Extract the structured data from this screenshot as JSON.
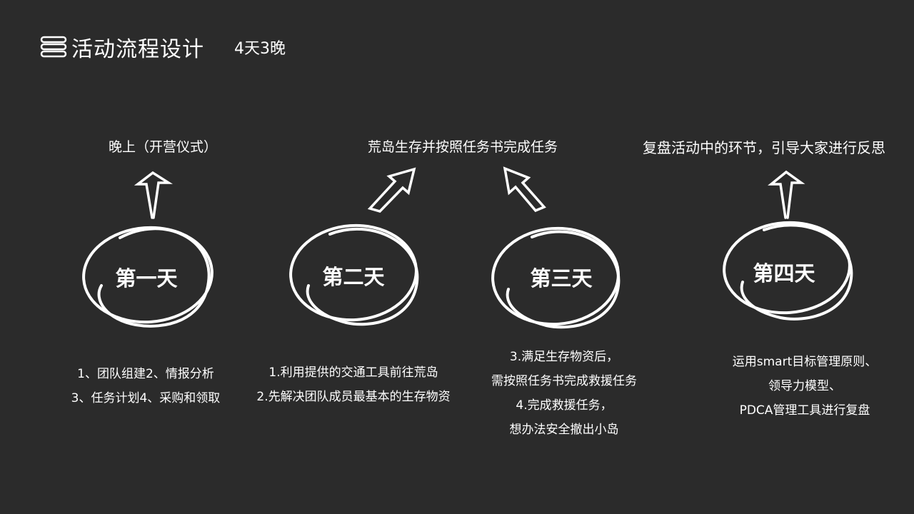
{
  "header": {
    "title": "活动流程设计",
    "subtitle": "4天3晚",
    "icon": "stack-icon"
  },
  "days": [
    {
      "label": "第一天",
      "top_note": "晚上（开营仪式）",
      "details": [
        "1、团队组建2、情报分析",
        "3、任务计划4、采购和领取"
      ]
    },
    {
      "label": "第二天",
      "details": [
        "1.利用提供的交通工具前往荒岛",
        "2.先解决团队成员最基本的生存物资"
      ]
    },
    {
      "label": "第三天",
      "details": [
        "3.满足生存物资后，",
        "需按照任务书完成救援任务",
        "4.完成救援任务，",
        "想办法安全撤出小岛"
      ]
    },
    {
      "label": "第四天",
      "top_note": "复盘活动中的环节，引导大家进行反思",
      "details": [
        "运用smart目标管理原则、",
        "领导力模型、",
        "PDCA管理工具进行复盘"
      ]
    }
  ],
  "shared_note": "荒岛生存并按照任务书完成任务"
}
